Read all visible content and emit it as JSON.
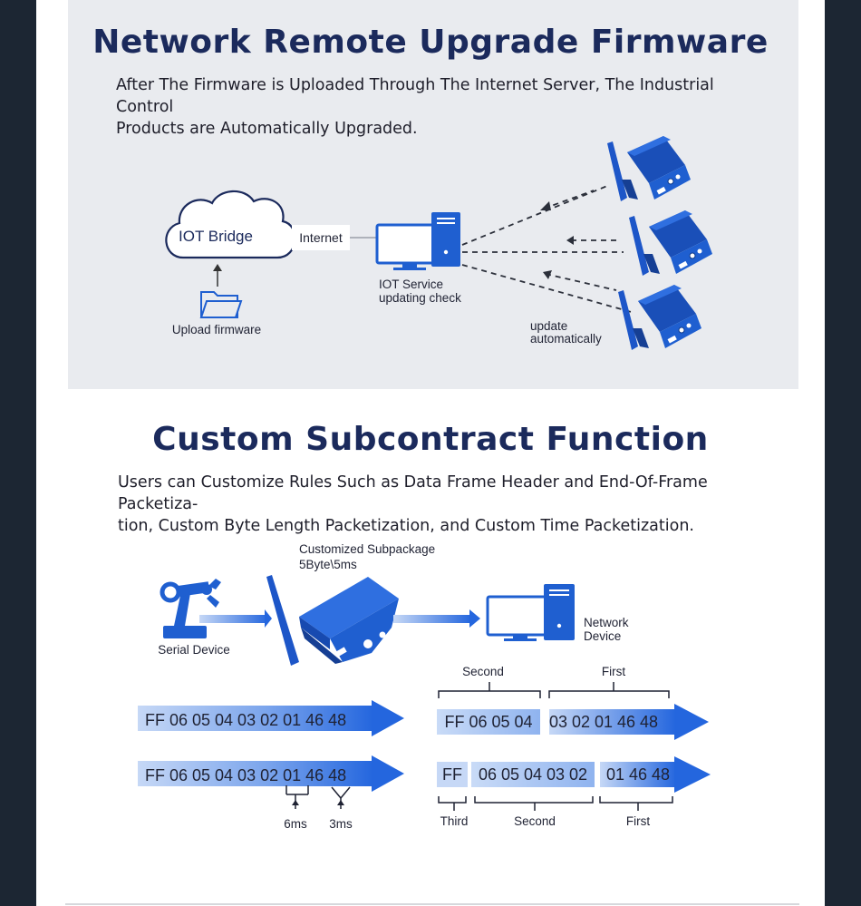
{
  "section1": {
    "title": "Network Remote Upgrade Firmware",
    "description_line1": "After The Firmware is Uploaded Through The Internet Server, The Industrial Control",
    "description_line2": "Products are Automatically Upgraded.",
    "cloud_label": "IOT Bridge",
    "internet_label": "Internet",
    "upload_label": "Upload firmware",
    "service_label_line1": "IOT Service",
    "service_label_line2": "updating check",
    "update_label_line1": "update",
    "update_label_line2": "automatically"
  },
  "section2": {
    "title": "Custom Subcontract Function",
    "description_line1": "Users can Customize Rules Such as Data Frame Header and End-Of-Frame Packetiza-",
    "description_line2": "tion, Custom Byte Length Packetization, and Custom Time Packetization.",
    "subpackage_line1": "Customized Subpackage",
    "subpackage_line2": "5Byte\\5ms",
    "serial_device_label": "Serial Device",
    "network_device_line1": "Network",
    "network_device_line2": "Device",
    "row1_bytes": "FF 06 05 04 03 02 01 46 48",
    "row2_bytes": "FF 06 05 04 03 02 01 46 48",
    "row1_second_label": "Second",
    "row1_first_label": "First",
    "row1_packet_second": "FF 06 05 04",
    "row1_packet_first": "03 02 01 46 48",
    "row2_packet_third": "FF",
    "row2_packet_second": "06 05 04 03 02",
    "row2_packet_first": "01 46 48",
    "row2_third_label": "Third",
    "row2_second_label": "Second",
    "row2_first_label": "First",
    "gap1_label": "6ms",
    "gap2_label": "3ms"
  },
  "colors": {
    "page_bg": "#1c2633",
    "panel_bg": "#e9ebef",
    "title": "#1b2a5c",
    "device_blue": "#1f5fd0",
    "arrow_blue": "#2466de"
  }
}
